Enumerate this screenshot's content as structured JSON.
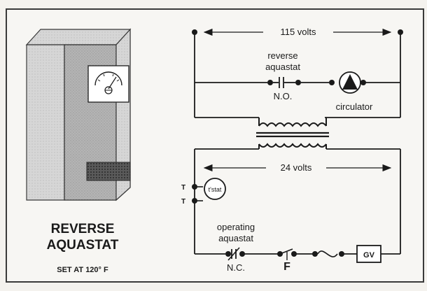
{
  "device": {
    "title_line1": "REVERSE",
    "title_line2": "AQUASTAT",
    "setting": "SET AT 120° F"
  },
  "circuit": {
    "upper_voltage": "115 volts",
    "lower_voltage": "24 volts",
    "reverse_aquastat_label_line1": "reverse",
    "reverse_aquastat_label_line2": "aquastat",
    "reverse_contact_type": "N.O.",
    "circulator_label": "circulator",
    "thermostat_label": "t'stat",
    "terminal_upper": "T",
    "terminal_lower": "T",
    "operating_aquastat_line1": "operating",
    "operating_aquastat_line2": "aquastat",
    "operating_contact_type": "N.C.",
    "fuse_label": "F",
    "gas_valve_label": "GV"
  },
  "colors": {
    "line": "#1a1a1a",
    "cabinet_front": "#a7a7a7",
    "cabinet_side": "#cfcfcf"
  }
}
